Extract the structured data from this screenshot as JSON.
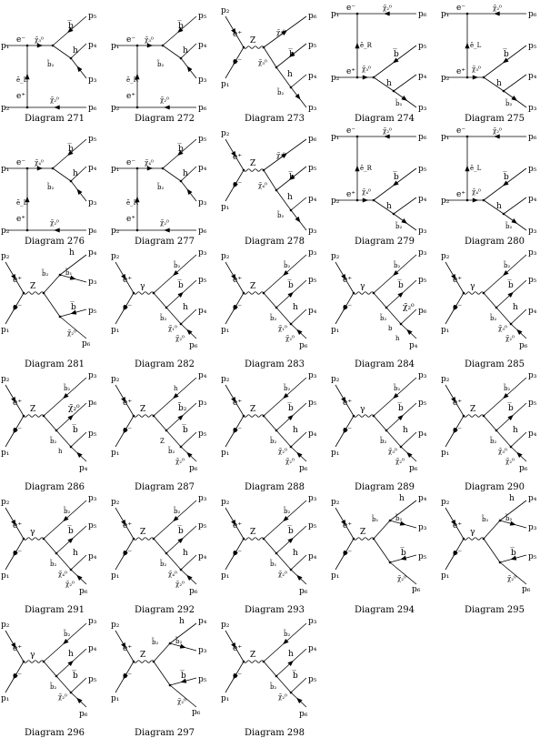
{
  "diagrams": [
    {
      "id": 271,
      "caption": "Diagram 271",
      "kind": "t-top",
      "ext": [
        "p₁",
        "p₂",
        "p₅",
        "p₄",
        "p₃",
        "p₆"
      ],
      "labels": [
        "e⁻",
        "e⁺",
        "ẽ_L",
        "χ̃₂⁰",
        "χ̃₃⁰",
        "h",
        "b̅",
        "b̃₂",
        "χ̃₂⁰"
      ]
    },
    {
      "id": 272,
      "caption": "Diagram 272",
      "kind": "t-top",
      "ext": [
        "p₁",
        "p₂",
        "p₅",
        "p₄",
        "p₃",
        "p₆"
      ],
      "labels": [
        "e⁻",
        "e⁺",
        "ẽ_R",
        "χ̃₂⁰",
        "χ̃₃⁰",
        "h",
        "b̅",
        "b̃₂",
        "χ̃₂⁰"
      ]
    },
    {
      "id": 273,
      "caption": "Diagram 273",
      "kind": "s-down",
      "ext": [
        "p₂",
        "p₁",
        "p₆",
        "p₅",
        "p₄",
        "p₃"
      ],
      "labels": [
        "e⁻",
        "e⁺",
        "Z",
        "χ̃₂⁰",
        "χ̃₃⁰",
        "b̅",
        "h",
        "b̃₂"
      ]
    },
    {
      "id": 274,
      "caption": "Diagram 274",
      "kind": "t-bot",
      "ext": [
        "p₁",
        "p₂",
        "p₆",
        "p₅",
        "p₄",
        "p₃"
      ],
      "labels": [
        "e⁻",
        "e⁺",
        "ẽ_R",
        "χ̃₂⁰",
        "χ̃₃⁰",
        "b̅",
        "h",
        "b̃₂"
      ]
    },
    {
      "id": 275,
      "caption": "Diagram 275",
      "kind": "t-bot",
      "ext": [
        "p₁",
        "p₂",
        "p₆",
        "p₅",
        "p₄",
        "p₃"
      ],
      "labels": [
        "e⁻",
        "e⁺",
        "ẽ_L",
        "χ̃₂⁰",
        "χ̃₃⁰",
        "b̅",
        "h",
        "b̃₂"
      ]
    },
    {
      "id": 276,
      "caption": "Diagram 276",
      "kind": "t-top",
      "ext": [
        "p₁",
        "p₂",
        "p₅",
        "p₄",
        "p₃",
        "p₆"
      ],
      "labels": [
        "e⁻",
        "e⁺",
        "ẽ_L",
        "χ̃₂⁰",
        "χ̃₄⁰",
        "h",
        "b̅",
        "b̃₂",
        "χ̃₂⁰"
      ]
    },
    {
      "id": 277,
      "caption": "Diagram 277",
      "kind": "t-top",
      "ext": [
        "p₁",
        "p₂",
        "p₅",
        "p₄",
        "p₃",
        "p₆"
      ],
      "labels": [
        "e⁻",
        "e⁺",
        "ẽ_R",
        "χ̃₂⁰",
        "χ̃₄⁰",
        "h",
        "b̅",
        "b̃₂",
        "χ̃₂⁰"
      ]
    },
    {
      "id": 278,
      "caption": "Diagram 278",
      "kind": "s-down",
      "ext": [
        "p₂",
        "p₁",
        "p₆",
        "p₅",
        "p₄",
        "p₃"
      ],
      "labels": [
        "e⁻",
        "e⁺",
        "Z",
        "χ̃₂⁰",
        "χ̃₄⁰",
        "b̅",
        "h",
        "b̃₂"
      ]
    },
    {
      "id": 279,
      "caption": "Diagram 279",
      "kind": "t-bot",
      "ext": [
        "p₁",
        "p₂",
        "p₆",
        "p₅",
        "p₄",
        "p₃"
      ],
      "labels": [
        "e⁻",
        "e⁺",
        "ẽ_R",
        "χ̃₂⁰",
        "χ̃₄⁰",
        "b̅",
        "h",
        "b̃₂"
      ]
    },
    {
      "id": 280,
      "caption": "Diagram 280",
      "kind": "t-bot",
      "ext": [
        "p₁",
        "p₂",
        "p₆",
        "p₅",
        "p₄",
        "p₃"
      ],
      "labels": [
        "e⁻",
        "e⁺",
        "ẽ_L",
        "χ̃₂⁰",
        "χ̃₄⁰",
        "b̅",
        "h",
        "b̃₂"
      ]
    },
    {
      "id": 281,
      "caption": "Diagram 281",
      "kind": "s-fork",
      "ext": [
        "p₂",
        "p₁",
        "p₄",
        "p₃",
        "p₅",
        "p₆"
      ],
      "labels": [
        "e⁺",
        "e⁻",
        "Z",
        "h",
        "b̃₂",
        "b̃₁",
        "b̅",
        "χ̃₂⁰"
      ]
    },
    {
      "id": 282,
      "caption": "Diagram 282",
      "kind": "s-up",
      "ext": [
        "p₂",
        "p₁",
        "p₃",
        "p₅",
        "p₄",
        "p₆"
      ],
      "labels": [
        "e⁺",
        "e⁻",
        "γ",
        "b̃₂",
        "b̅",
        "h",
        "b̃₂",
        "χ̃₁⁰",
        "χ̃₂⁰"
      ]
    },
    {
      "id": 283,
      "caption": "Diagram 283",
      "kind": "s-up",
      "ext": [
        "p₂",
        "p₁",
        "p₃",
        "p₅",
        "p₄",
        "p₆"
      ],
      "labels": [
        "e⁺",
        "e⁻",
        "Z",
        "b̃₂",
        "b̅",
        "h",
        "b̃₂",
        "χ̃₁⁰",
        "χ̃₂⁰"
      ]
    },
    {
      "id": 284,
      "caption": "Diagram 284",
      "kind": "s-up",
      "ext": [
        "p₂",
        "p₁",
        "p₃",
        "p₅",
        "p₆",
        "p₄"
      ],
      "labels": [
        "e⁺",
        "e⁻",
        "γ",
        "b̃₂",
        "b̅",
        "χ̃₂⁰",
        "b̃₂",
        "b",
        "h"
      ]
    },
    {
      "id": 285,
      "caption": "Diagram 285",
      "kind": "s-up",
      "ext": [
        "p₂",
        "p₁",
        "p₃",
        "p₅",
        "p₄",
        "p₆"
      ],
      "labels": [
        "e⁺",
        "e⁻",
        "γ",
        "b̃₂",
        "b̅",
        "h",
        "b̃₂",
        "χ̃₃⁰",
        "χ̃₂⁰"
      ]
    },
    {
      "id": 286,
      "caption": "Diagram 286",
      "kind": "s-up",
      "ext": [
        "p₂",
        "p₁",
        "p₃",
        "p₆",
        "p₅",
        "p₄"
      ],
      "labels": [
        "e⁺",
        "e⁻",
        "Z",
        "b̃₂",
        "χ̃₂⁰",
        "b̅",
        "b̃₂",
        "h"
      ]
    },
    {
      "id": 287,
      "caption": "Diagram 287",
      "kind": "s-up",
      "ext": [
        "p₂",
        "p₁",
        "p₄",
        "p₃",
        "p₅",
        "p₆"
      ],
      "labels": [
        "e⁺",
        "e⁻",
        "Z",
        "h",
        "b̃₂",
        "b̅",
        "Z",
        "b̃₂",
        "χ̃₂⁰"
      ]
    },
    {
      "id": 288,
      "caption": "Diagram 288",
      "kind": "s-up",
      "ext": [
        "p₂",
        "p₁",
        "p₃",
        "p₅",
        "p₄",
        "p₆"
      ],
      "labels": [
        "e⁺",
        "e⁻",
        "Z",
        "b̃₂",
        "b̅",
        "h",
        "b̃₂",
        "χ̃₂⁰",
        "χ̃₂⁰"
      ]
    },
    {
      "id": 289,
      "caption": "Diagram 289",
      "kind": "s-up",
      "ext": [
        "p₂",
        "p₁",
        "p₃",
        "p₅",
        "p₄",
        "p₆"
      ],
      "labels": [
        "e⁺",
        "e⁻",
        "γ",
        "b̃₂",
        "b̅",
        "h",
        "b̃₂",
        "χ̃₃⁰",
        "χ̃₂⁰"
      ]
    },
    {
      "id": 290,
      "caption": "Diagram 290",
      "kind": "s-up",
      "ext": [
        "p₂",
        "p₁",
        "p₃",
        "p₅",
        "p₄",
        "p₆"
      ],
      "labels": [
        "e⁺",
        "e⁻",
        "Z",
        "b̃₂",
        "b̅",
        "h",
        "b̃₂",
        "χ̃₃⁰",
        "χ̃₂⁰"
      ]
    },
    {
      "id": 291,
      "caption": "Diagram 291",
      "kind": "s-up",
      "ext": [
        "p₂",
        "p₁",
        "p₃",
        "p₅",
        "p₄",
        "p₆"
      ],
      "labels": [
        "e⁺",
        "e⁻",
        "γ",
        "b̃₂",
        "b̅",
        "h",
        "b̃₂",
        "χ̃₄⁰",
        "χ̃₂⁰"
      ]
    },
    {
      "id": 292,
      "caption": "Diagram 292",
      "kind": "s-up",
      "ext": [
        "p₂",
        "p₁",
        "p₃",
        "p₅",
        "p₄",
        "p₆"
      ],
      "labels": [
        "e⁺",
        "e⁻",
        "Z",
        "b̃₂",
        "b̅",
        "h",
        "b̃₂",
        "χ̃₄⁰",
        "χ̃₂⁰"
      ]
    },
    {
      "id": 293,
      "caption": "Diagram 293",
      "kind": "s-up",
      "ext": [
        "p₂",
        "p₁",
        "p₃",
        "p₅",
        "p₄",
        "p₆"
      ],
      "labels": [
        "e⁺",
        "e⁻",
        "Z",
        "b̃₂",
        "b̅",
        "h",
        "b̃₁",
        "χ̃₂⁰"
      ]
    },
    {
      "id": 294,
      "caption": "Diagram 294",
      "kind": "s-fork",
      "ext": [
        "p₂",
        "p₁",
        "p₄",
        "p₃",
        "p₅",
        "p₆"
      ],
      "labels": [
        "e⁺",
        "e⁻",
        "Z",
        "h",
        "b̃₁",
        "b̃₂",
        "b̅",
        "χ̃₂⁰"
      ]
    },
    {
      "id": 295,
      "caption": "Diagram 295",
      "kind": "s-fork",
      "ext": [
        "p₂",
        "p₁",
        "p₄",
        "p₃",
        "p₅",
        "p₆"
      ],
      "labels": [
        "e⁺",
        "e⁻",
        "γ",
        "h",
        "b̃₂",
        "b̃₂",
        "b̅",
        "χ̃₂⁰"
      ]
    },
    {
      "id": 296,
      "caption": "Diagram 296",
      "kind": "s-up",
      "ext": [
        "p₂",
        "p₁",
        "p₃",
        "p₄",
        "p₅",
        "p₆"
      ],
      "labels": [
        "e⁺",
        "e⁻",
        "γ",
        "b̃₂",
        "h",
        "b̅",
        "b̃₂",
        "χ̃₂⁰"
      ]
    },
    {
      "id": 297,
      "caption": "Diagram 297",
      "kind": "s-fork",
      "ext": [
        "p₂",
        "p₁",
        "p₄",
        "p₃",
        "p₅",
        "p₆"
      ],
      "labels": [
        "e⁺",
        "e⁻",
        "Z",
        "h",
        "b̃₂",
        "b̃₂",
        "b̅",
        "χ̃₂⁰"
      ]
    },
    {
      "id": 298,
      "caption": "Diagram 298",
      "kind": "s-up",
      "ext": [
        "p₂",
        "p₁",
        "p₃",
        "p₄",
        "p₅",
        "p₆"
      ],
      "labels": [
        "e⁺",
        "e⁻",
        "Z",
        "b̃₂",
        "h",
        "b̅",
        "b̃₂",
        "χ̃₂⁰"
      ]
    }
  ]
}
